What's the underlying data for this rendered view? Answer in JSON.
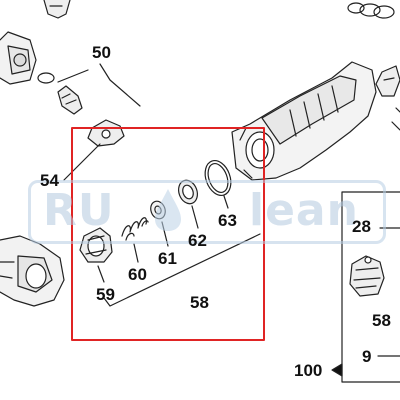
{
  "watermark": {
    "left": "RU",
    "right": "lean",
    "drop_color": "#bcd2e6"
  },
  "highlight_color": "#e02424",
  "callouts": {
    "c50": "50",
    "c54": "54",
    "c28": "28",
    "c63": "63",
    "c62": "62",
    "c61": "61",
    "c60": "60",
    "c59": "59",
    "c58_main": "58",
    "c58_side": "58",
    "c9": "9",
    "c100": "100"
  }
}
